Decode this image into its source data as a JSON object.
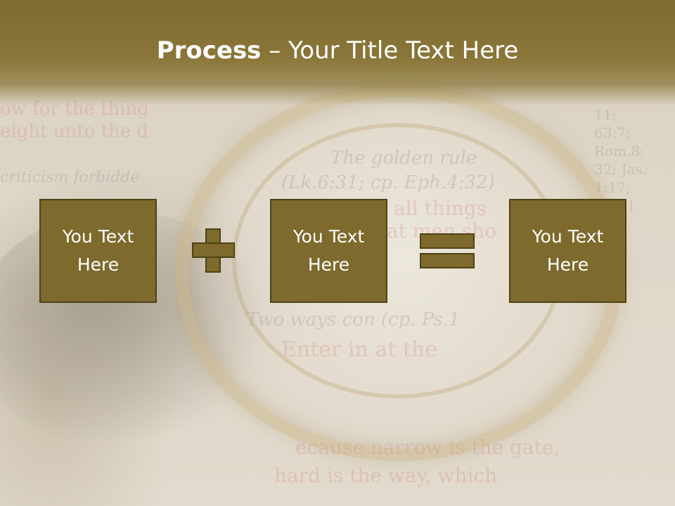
{
  "slide": {
    "title_bold": "Process",
    "title_rest": " – Your Title Text Here",
    "boxes": [
      {
        "text": "You Text\nHere"
      },
      {
        "text": "You Text\nHere"
      },
      {
        "text": "You Text\nHere"
      }
    ],
    "operators": [
      "plus",
      "equals"
    ]
  },
  "colors": {
    "header": "#8a7638",
    "box_fill": "#7d6a2c",
    "box_border": "#4f4214",
    "text": "#ffffff"
  }
}
